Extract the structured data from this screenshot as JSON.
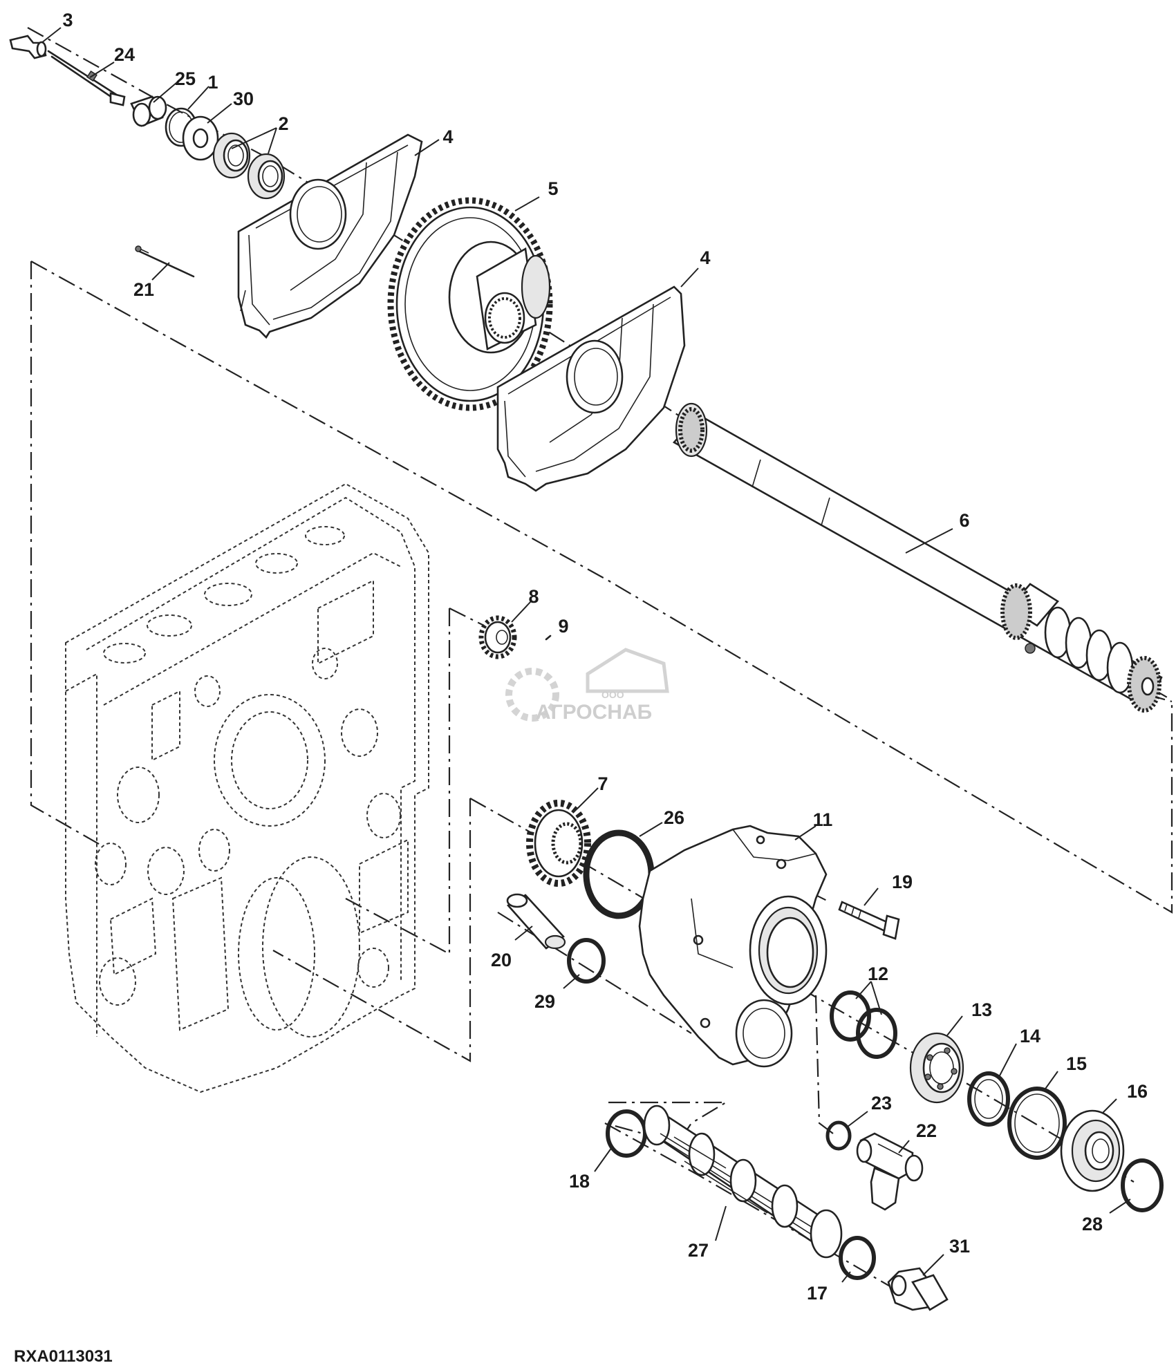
{
  "diagram": {
    "figure_code": "RXA0113031",
    "watermark": {
      "small_text": "ООО",
      "brand_text": "АГРОСНАБ",
      "color": "#c9c9c9"
    },
    "labels": [
      {
        "id": "3",
        "text": "3"
      },
      {
        "id": "24",
        "text": "24"
      },
      {
        "id": "25",
        "text": "25"
      },
      {
        "id": "1",
        "text": "1"
      },
      {
        "id": "30",
        "text": "30"
      },
      {
        "id": "2",
        "text": "2"
      },
      {
        "id": "4a",
        "text": "4"
      },
      {
        "id": "5",
        "text": "5"
      },
      {
        "id": "4b",
        "text": "4"
      },
      {
        "id": "21",
        "text": "21"
      },
      {
        "id": "6",
        "text": "6"
      },
      {
        "id": "8",
        "text": "8"
      },
      {
        "id": "9",
        "text": "9"
      },
      {
        "id": "7",
        "text": "7"
      },
      {
        "id": "26",
        "text": "26"
      },
      {
        "id": "11",
        "text": "11"
      },
      {
        "id": "19",
        "text": "19"
      },
      {
        "id": "20",
        "text": "20"
      },
      {
        "id": "29",
        "text": "29"
      },
      {
        "id": "12",
        "text": "12"
      },
      {
        "id": "13",
        "text": "13"
      },
      {
        "id": "14",
        "text": "14"
      },
      {
        "id": "15",
        "text": "15"
      },
      {
        "id": "16",
        "text": "16"
      },
      {
        "id": "23",
        "text": "23"
      },
      {
        "id": "22",
        "text": "22"
      },
      {
        "id": "18",
        "text": "18"
      },
      {
        "id": "27",
        "text": "27"
      },
      {
        "id": "28",
        "text": "28"
      },
      {
        "id": "31",
        "text": "31"
      },
      {
        "id": "17",
        "text": "17"
      }
    ]
  }
}
